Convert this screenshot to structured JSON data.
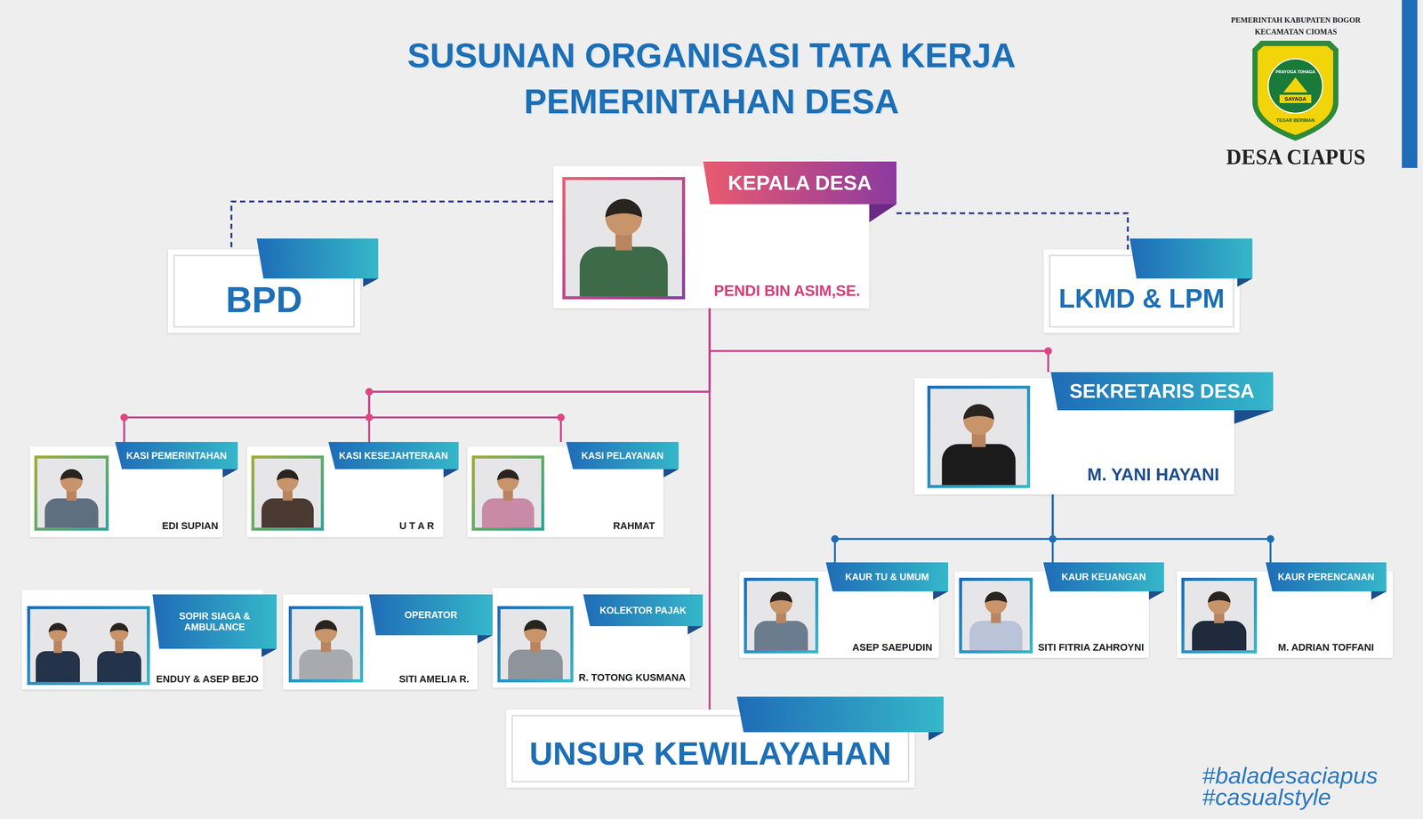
{
  "diagram": {
    "title": "SUSUNAN ORGANISASI TATA KERJA PEMERINTAHAN DESA",
    "nodes": [
      {
        "text": [
          "KEPALA DESA",
          "PENDI BIN ASIM,SE."
        ]
      },
      {
        "text": [
          "BPD"
        ]
      },
      {
        "text": [
          "LKMD & LPM"
        ]
      },
      {
        "text": [
          "SEKRETARIS DESA",
          "M. YANI HAYANI"
        ]
      },
      {
        "text": [
          "KASI PEMERINTAHAN",
          "EDI SUPIAN"
        ]
      },
      {
        "text": [
          "KASI KESEJAHTERAAN",
          "U T A R"
        ]
      },
      {
        "text": [
          "KASI PELAYANAN",
          "RAHMAT"
        ]
      },
      {
        "text": [
          "KAUR TU & UMUM",
          "ASEP SAEPUDIN"
        ]
      },
      {
        "text": [
          "KAUR KEUANGAN",
          "SITI FITRIA ZAHROYNI"
        ]
      },
      {
        "text": [
          "KAUR PERENCANAN",
          "M. ADRIAN TOFFANI"
        ]
      },
      {
        "text": [
          "SOPIR SIAGA & AMBULANCE",
          "ENDUY & ASEP BEJO"
        ]
      },
      {
        "text": [
          "OPERATOR",
          "SITI AMELIA R."
        ]
      },
      {
        "text": [
          "KOLEKTOR PAJAK",
          "R. TOTONG KUSMANA"
        ]
      },
      {
        "text": [
          "UNSUR KEWILAYAHAN"
        ]
      }
    ],
    "edges": [
      {
        "from": 0,
        "to": 1,
        "arrow": "none"
      },
      {
        "from": 0,
        "to": 2,
        "arrow": "none"
      },
      {
        "from": 0,
        "to": 3,
        "arrow": "none"
      },
      {
        "from": 0,
        "to": 4,
        "arrow": "none"
      },
      {
        "from": 0,
        "to": 5,
        "arrow": "none"
      },
      {
        "from": 0,
        "to": 6,
        "arrow": "none"
      },
      {
        "from": 3,
        "to": 7,
        "arrow": "none"
      },
      {
        "from": 3,
        "to": 8,
        "arrow": "none"
      },
      {
        "from": 3,
        "to": 9,
        "arrow": "none"
      },
      {
        "from": 0,
        "to": 13,
        "arrow": "none"
      }
    ],
    "labels": [
      "PEMERINTAH KABUPATEN BOGOR",
      "KECAMATAN CIOMAS",
      "PRAYOGA TOHAGA",
      "SAYAGA",
      "TEGAR BERIMAN",
      "DESA CIAPUS",
      "#baladesaciapus",
      "#casualstyle"
    ]
  }
}
